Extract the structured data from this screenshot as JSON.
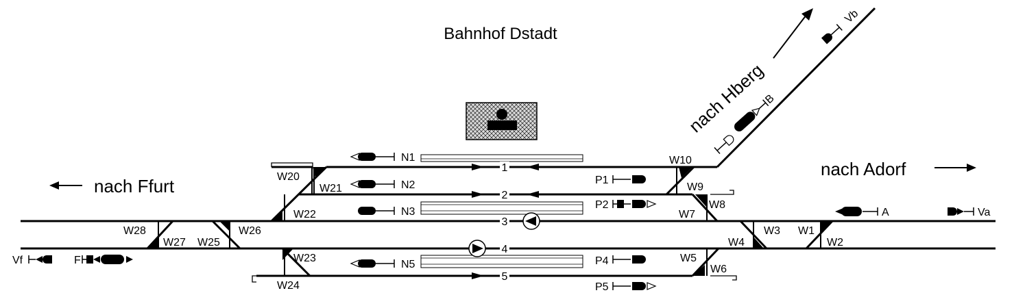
{
  "title": "Bahnhof Dstadt",
  "directions": {
    "ffurt": "nach Ffurt",
    "hberg": "nach Hberg",
    "adorf": "nach Adorf"
  },
  "tracks": [
    "1",
    "2",
    "3",
    "4",
    "5"
  ],
  "switches": [
    "W1",
    "W2",
    "W3",
    "W4",
    "W5",
    "W6",
    "W7",
    "W8",
    "W9",
    "W10",
    "W20",
    "W21",
    "W22",
    "W23",
    "W24",
    "W25",
    "W26",
    "W27",
    "W28"
  ],
  "signals": {
    "N1": "N1",
    "N2": "N2",
    "N3": "N3",
    "N5": "N5",
    "P1": "P1",
    "P2": "P2",
    "P4": "P4",
    "P5": "P5",
    "A": "A",
    "Va": "Va",
    "B": "B",
    "Vb": "Vb",
    "F": "F",
    "Vf": "Vf"
  },
  "colors": {
    "ink": "#000000",
    "background": "#ffffff"
  }
}
